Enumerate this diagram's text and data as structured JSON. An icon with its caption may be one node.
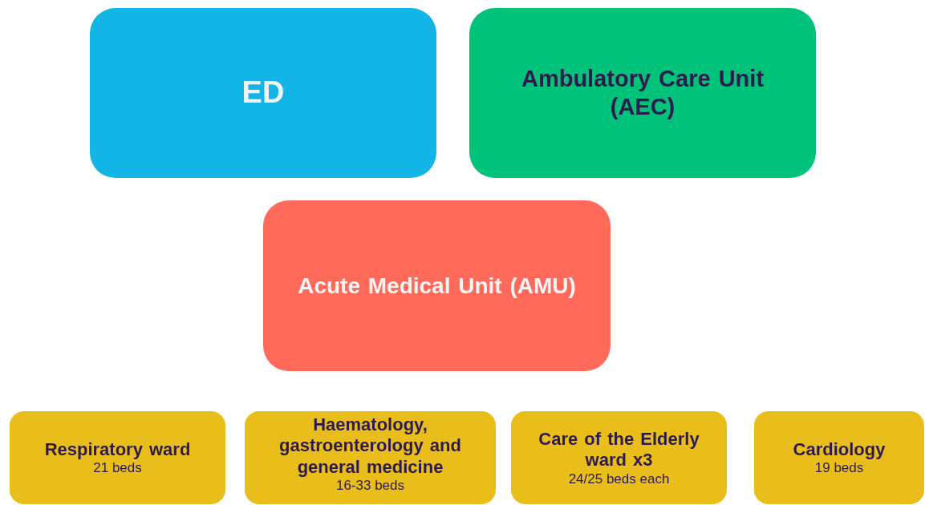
{
  "diagram": {
    "nodes": [
      {
        "text": [
          "ED"
        ]
      },
      {
        "text": [
          "Ambulatory Care Unit (AEC)"
        ]
      },
      {
        "text": [
          "Acute Medical Unit (AMU)"
        ]
      },
      {
        "text": [
          "Respiratory ward",
          "21 beds"
        ]
      },
      {
        "text": [
          "Haematology, gastroenterology and general medicine",
          "16-33 beds"
        ]
      },
      {
        "text": [
          "Care of the Elderly ward x3",
          "24/25 beds each"
        ]
      },
      {
        "text": [
          "Cardiology",
          "19 beds"
        ]
      }
    ]
  }
}
